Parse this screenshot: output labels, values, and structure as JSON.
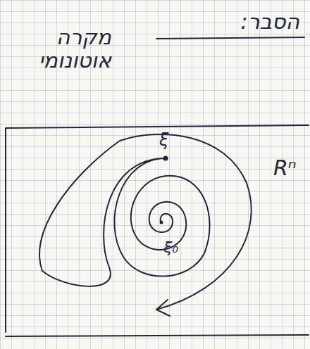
{
  "diagram": {
    "title": "הסבר:",
    "labels": [
      "מקרה אוטונומי",
      "Rⁿ",
      "ξ",
      "ξ₀"
    ]
  }
}
